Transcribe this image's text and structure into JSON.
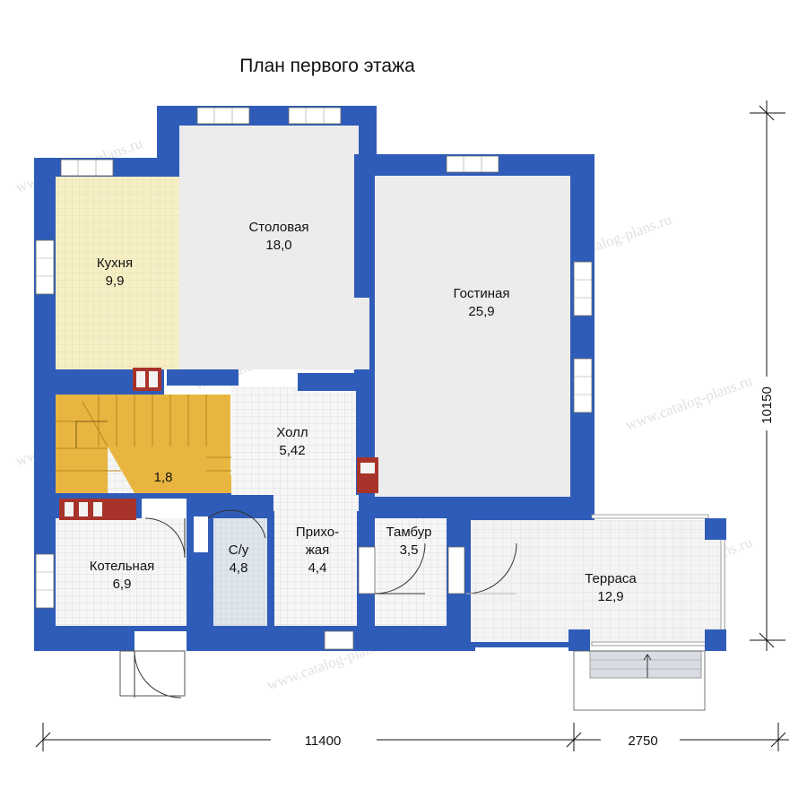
{
  "title": "План первого этажа",
  "watermark": "www.catalog-plans.ru",
  "colors": {
    "wall": "#2f5cb8",
    "floor_gray": "#eeeeee",
    "floor_tile": "#f4f4f4",
    "kitchen": "#f6efc6",
    "stairs": "#e8b640",
    "bathroom": "#dfe6ec",
    "terrace": "#f2f2f2",
    "brick": "#a8332a"
  },
  "rooms": {
    "kitchen": {
      "name": "Кухня",
      "area": "9,9"
    },
    "dining": {
      "name": "Столовая",
      "area": "18,0"
    },
    "living": {
      "name": "Гостиная",
      "area": "25,9"
    },
    "hall": {
      "name": "Холл",
      "area": "5,42"
    },
    "stairs": {
      "area": "1,8"
    },
    "boiler": {
      "name": "Котельная",
      "area": "6,9"
    },
    "wc": {
      "name": "С/у",
      "area": "4,8"
    },
    "entry": {
      "name_line1": "Прихо-",
      "name_line2": "жая",
      "area": "4,4"
    },
    "vestibule": {
      "name": "Тамбур",
      "area": "3,5"
    },
    "terrace": {
      "name": "Терраса",
      "area": "12,9"
    }
  },
  "dimensions": {
    "width_main": "11400",
    "width_terrace": "2750",
    "height": "10150"
  }
}
